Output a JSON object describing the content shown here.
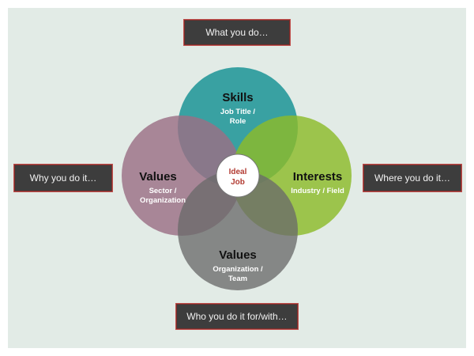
{
  "labels": {
    "top": "What you do…",
    "left": "Why you do it…",
    "right": "Where you do it…",
    "bottom": "Who you do it for/with…"
  },
  "circles": {
    "skills": {
      "title": "Skills",
      "sub1": "Job Title /",
      "sub2": "Role",
      "color": "#2a9a9c"
    },
    "values_left": {
      "title": "Values",
      "sub1": "Sector /",
      "sub2": "Organization",
      "color": "#9b6f85"
    },
    "interests": {
      "title": "Interests",
      "sub1": "Industry / Field",
      "color": "#8cbb2a"
    },
    "values_bottom": {
      "title": "Values",
      "sub1": "Organization /",
      "sub2": "Team",
      "color": "#6a6a6a"
    }
  },
  "center": {
    "line1": "Ideal",
    "line2": "Job",
    "color": "#b23b32"
  }
}
